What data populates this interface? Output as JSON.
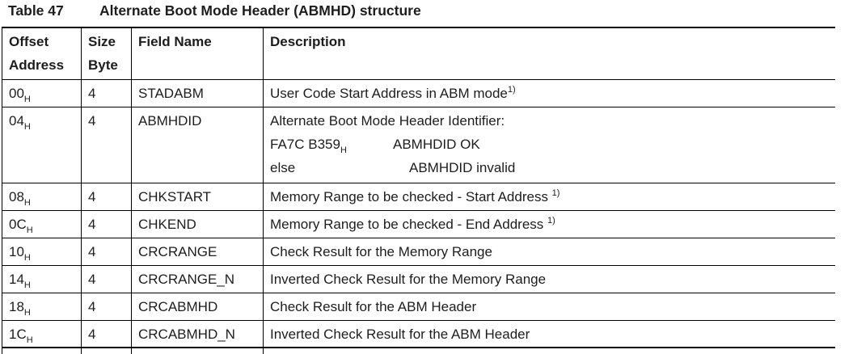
{
  "title": {
    "label": "Table 47",
    "text": "Alternate Boot Mode Header (ABMHD) structure"
  },
  "table": {
    "columns": [
      {
        "id": "offset-address",
        "lines": [
          "Offset",
          "Address"
        ]
      },
      {
        "id": "size-byte",
        "lines": [
          "Size",
          "Byte"
        ]
      },
      {
        "id": "field-name",
        "lines": [
          "Field Name"
        ]
      },
      {
        "id": "description",
        "lines": [
          "Description"
        ]
      }
    ],
    "rows": [
      {
        "offset": {
          "t": "00",
          "sub": "H"
        },
        "size": "4",
        "field": "STADABM",
        "desc": [
          [
            {
              "t": "User Code Start Address in ABM mode",
              "sup": "1)"
            }
          ]
        ]
      },
      {
        "offset": {
          "t": "04",
          "sub": "H"
        },
        "size": "4",
        "field": "ABMHDID",
        "desc": [
          [
            {
              "t": "Alternate Boot Mode Header Identifier:"
            }
          ],
          [
            {
              "t": "FA7C B359",
              "sub": "H",
              "minw": 152
            },
            {
              "t": "ABMHDID OK"
            }
          ],
          [
            {
              "t": "else",
              "minw": 172
            },
            {
              "t": "ABMHDID invalid"
            }
          ]
        ]
      },
      {
        "offset": {
          "t": "08",
          "sub": "H"
        },
        "size": "4",
        "field": "CHKSTART",
        "desc": [
          [
            {
              "t": "Memory Range to be checked - Start Address ",
              "sup": "1)"
            }
          ]
        ]
      },
      {
        "offset": {
          "t": "0C",
          "sub": "H"
        },
        "size": "4",
        "field": "CHKEND",
        "desc": [
          [
            {
              "t": "Memory Range to be checked - End Address ",
              "sup": "1)"
            }
          ]
        ]
      },
      {
        "offset": {
          "t": "10",
          "sub": "H"
        },
        "size": "4",
        "field": "CRCRANGE",
        "desc": [
          [
            {
              "t": "Check Result for the Memory Range"
            }
          ]
        ]
      },
      {
        "offset": {
          "t": "14",
          "sub": "H"
        },
        "size": "4",
        "field": "CRCRANGE_N",
        "desc": [
          [
            {
              "t": "Inverted Check Result for the Memory Range"
            }
          ]
        ]
      },
      {
        "offset": {
          "t": "18",
          "sub": "H"
        },
        "size": "4",
        "field": "CRCABMHD",
        "desc": [
          [
            {
              "t": "Check Result for the ABM Header"
            }
          ]
        ]
      },
      {
        "offset": {
          "t": "1C",
          "sub": "H"
        },
        "size": "4",
        "field": "CRCABMHD_N",
        "desc": [
          [
            {
              "t": "Inverted Check Result for the ABM Header"
            }
          ]
        ]
      }
    ]
  },
  "colors": {
    "text": "#1d1d1d",
    "border": "#000000",
    "background": "#ffffff"
  }
}
